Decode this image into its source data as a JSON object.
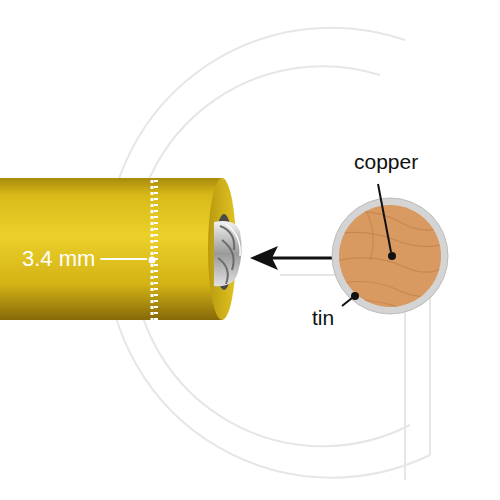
{
  "diagram": {
    "labels": [
      "3.4 mm",
      "copper",
      "tin"
    ]
  }
}
